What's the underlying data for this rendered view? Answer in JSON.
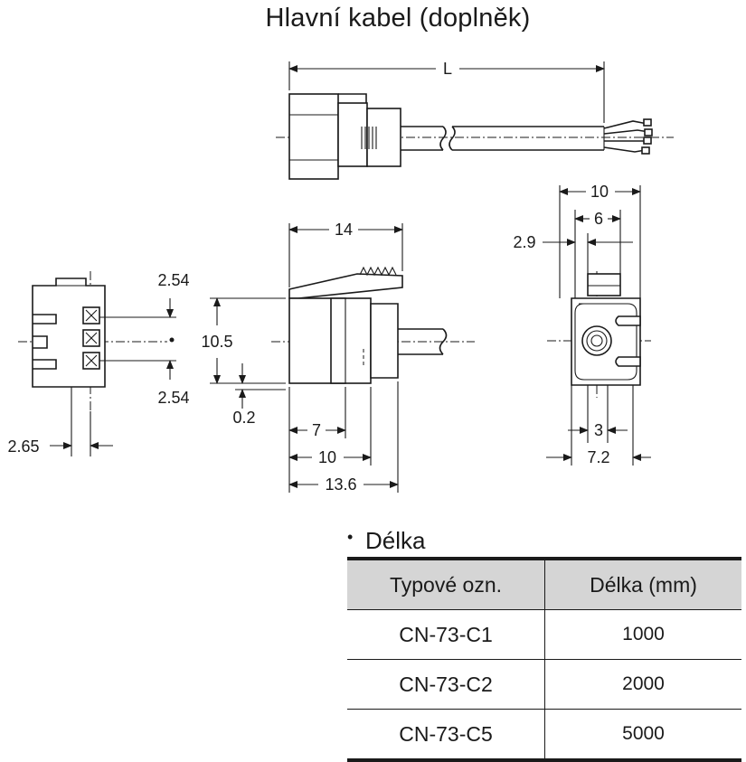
{
  "title": "Hlavní kabel (doplněk)",
  "dimensions": {
    "length": "L",
    "d_2_54_top": "2.54",
    "d_2_54_bottom": "2.54",
    "d_2_65": "2.65",
    "d_14": "14",
    "d_10_5": "10.5",
    "d_0_2": "0.2",
    "d_7": "7",
    "d_10_side": "10",
    "d_13_6": "13.6",
    "d_10_back": "10",
    "d_6": "6",
    "d_2_9": "2.9",
    "d_3": "3",
    "d_7_2": "7.2"
  },
  "length_table": {
    "heading": "Délka",
    "bullet": "•",
    "columns": [
      "Typové ozn.",
      "Délka (mm)"
    ],
    "rows": [
      [
        "CN-73-C1",
        "1000"
      ],
      [
        "CN-73-C2",
        "2000"
      ],
      [
        "CN-73-C5",
        "5000"
      ]
    ]
  }
}
